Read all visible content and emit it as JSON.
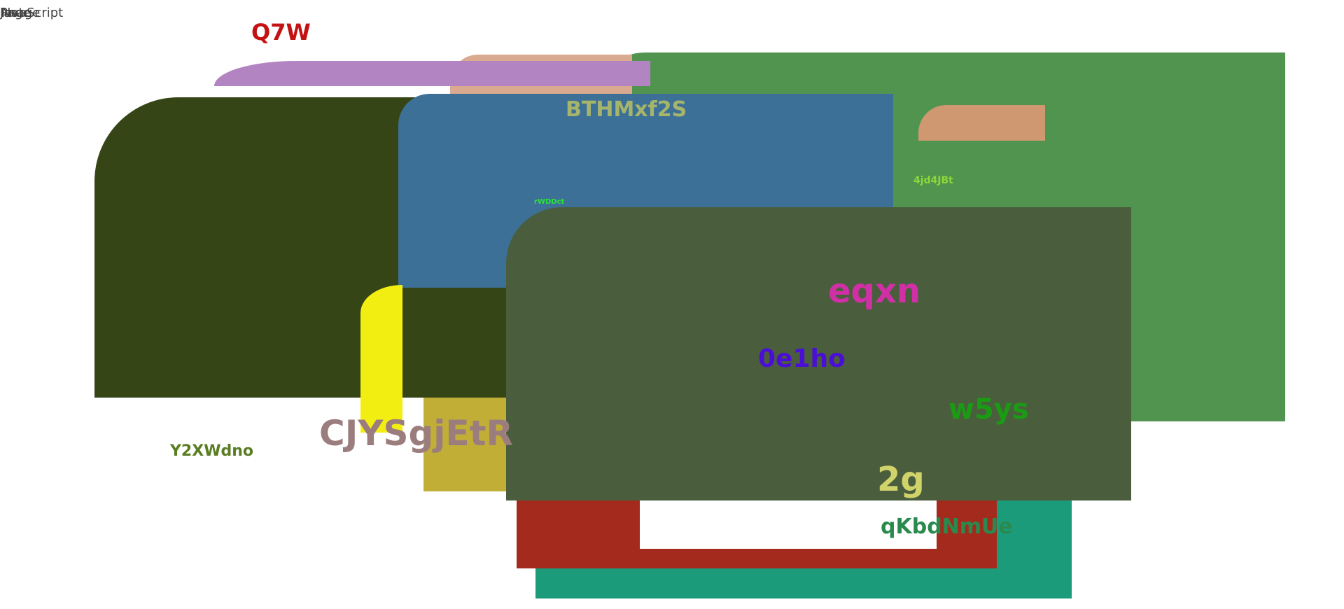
{
  "overlapping_text": [
    "JavaScript",
    "Image",
    "Note",
    "Page"
  ],
  "labels": {
    "q7w": "Q7W",
    "bthm": "BTHMxf2S",
    "rwd": "rWDDct",
    "jd": "4jd4JBt",
    "eqxn": "eqxn",
    "e1ho": "0e1ho",
    "w5ys": "w5ys",
    "y2x": "Y2XWdno",
    "cjys": "CJYSgjEtR",
    "g2": "2g",
    "qkbd": "qKbdNmUe"
  },
  "colors": {
    "teal": "#1b9b7a",
    "red": "#a42a1e",
    "green_light": "#51944f",
    "peach": "#d9aa90",
    "orange": "#cf9870",
    "purple": "#b384c2",
    "dark_olive": "#364516",
    "blue": "#3d7096",
    "mustard": "#c1ae37",
    "yellow": "#f3ee12",
    "green_mid": "#4a5e3e"
  }
}
